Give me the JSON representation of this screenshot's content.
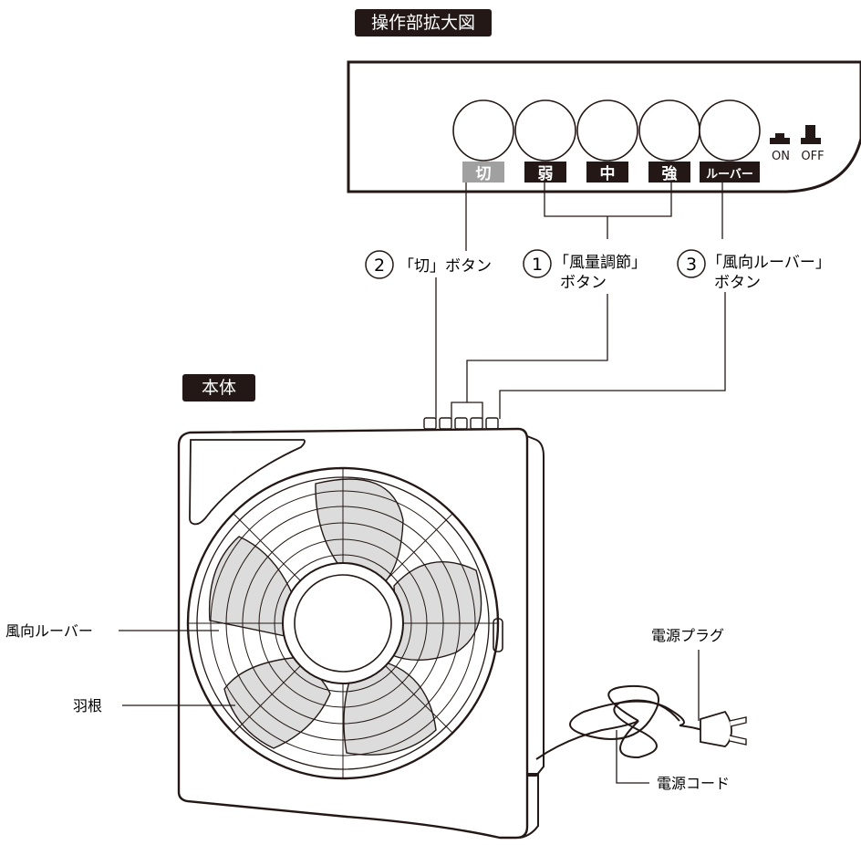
{
  "panel_title": "操作部拡大図",
  "body_title": "本体",
  "panel": {
    "buttons": [
      {
        "label": "切",
        "state": "disabled"
      },
      {
        "label": "弱",
        "state": "active"
      },
      {
        "label": "中",
        "state": "active"
      },
      {
        "label": "強",
        "state": "active"
      },
      {
        "label": "ルーバー",
        "state": "active"
      }
    ],
    "switch": {
      "on_label": "ON",
      "off_label": "OFF"
    }
  },
  "callouts": {
    "off_button": {
      "number": "2",
      "text": "「切」ボタン"
    },
    "speed_button": {
      "number": "1",
      "line1": "「風量調節」",
      "line2": "ボタン"
    },
    "louver_button": {
      "number": "3",
      "line1": "「風向ルーバー」",
      "line2": "ボタン"
    }
  },
  "parts": {
    "louver": "風向ルーバー",
    "blade": "羽根",
    "plug": "電源プラグ",
    "cord": "電源コード"
  },
  "colors": {
    "ink": "#231815",
    "blade_fill": "#dcdcdc",
    "disabled": "#a0a0a0"
  }
}
